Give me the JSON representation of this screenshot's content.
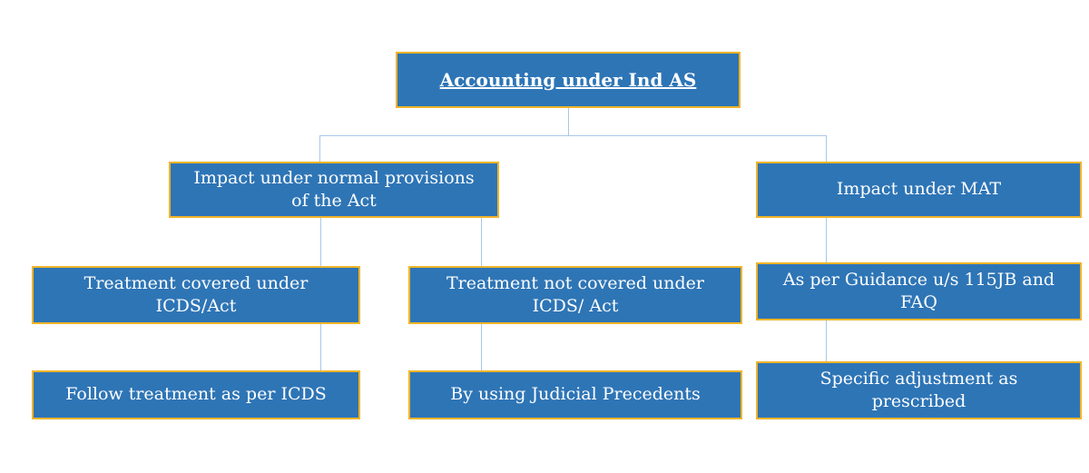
{
  "diagram": {
    "title": "Accounting under Ind AS",
    "colors": {
      "box_fill": "#2E75B6",
      "box_border": "#F0B428",
      "connector": "#A9C7E8",
      "text": "#FFFFFF",
      "background": "#FFFFFF"
    },
    "nodes": {
      "root": {
        "label": "Accounting under Ind AS"
      },
      "normal_provisions": {
        "label": "Impact under normal provisions\nof the Act"
      },
      "mat": {
        "label": "Impact under MAT"
      },
      "covered": {
        "label": "Treatment covered under\nICDS/Act"
      },
      "not_covered": {
        "label": "Treatment not covered under\nICDS/ Act"
      },
      "guidance": {
        "label": "As per Guidance u/s 115JB and\nFAQ"
      },
      "follow_icds": {
        "label": "Follow treatment as per ICDS"
      },
      "judicial_precedents": {
        "label": "By using Judicial Precedents"
      },
      "specific_adjustment": {
        "label": "Specific adjustment as\nprescribed"
      }
    },
    "edges": [
      {
        "from": "root",
        "to": "normal_provisions"
      },
      {
        "from": "root",
        "to": "mat"
      },
      {
        "from": "normal_provisions",
        "to": "covered"
      },
      {
        "from": "normal_provisions",
        "to": "not_covered"
      },
      {
        "from": "mat",
        "to": "guidance"
      },
      {
        "from": "covered",
        "to": "follow_icds"
      },
      {
        "from": "not_covered",
        "to": "judicial_precedents"
      },
      {
        "from": "guidance",
        "to": "specific_adjustment"
      }
    ]
  }
}
